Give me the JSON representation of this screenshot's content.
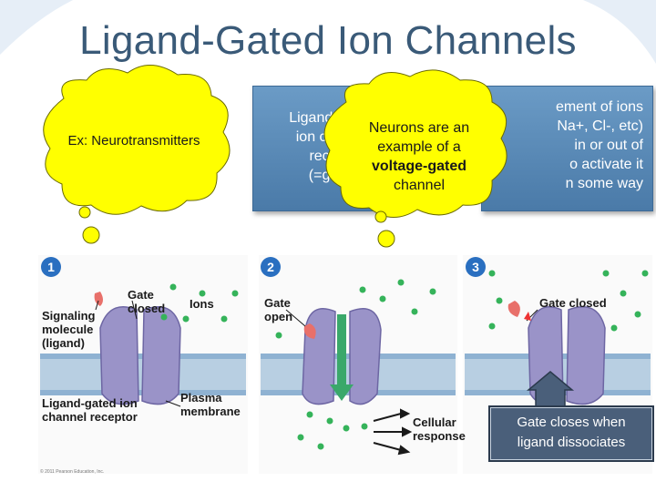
{
  "slide": {
    "title": "Ligand-Gated Ion Channels"
  },
  "bubbles": {
    "left": "Ex: Neurotransmitters",
    "middle_line1": "Neurons are an",
    "middle_line2": "example of a",
    "middle_bold": "voltage-gated",
    "middle_line4": "channel"
  },
  "boxes": {
    "middle": [
      "Ligand-gat",
      "ion chan",
      "rece",
      "(=ga"
    ],
    "right": [
      "ement of ions",
      "Na+, Cl-,  etc)",
      "in or out of",
      "o activate it",
      "n some way"
    ]
  },
  "figure": {
    "panel1": {
      "number": "1",
      "gate_closed": "Gate closed",
      "ions": "Ions",
      "signaling": "Signaling molecule (ligand)",
      "receptor": "Ligand-gated ion channel receptor",
      "membrane": "Plasma membrane"
    },
    "panel2": {
      "number": "2",
      "gate_open": "Gate open",
      "response": "Cellular response"
    },
    "panel3": {
      "number": "3",
      "gate_closed": "Gate closed"
    },
    "copyright": "© 2011 Pearson Education, Inc."
  },
  "tooltip": {
    "line1": "Gate closes when",
    "line2": "ligand dissociates"
  },
  "colors": {
    "title": "#3a5a78",
    "bubble": "#ffff00",
    "box": "#4a7aa8",
    "membrane": "#b8cfe2",
    "receptor": "#9a93c8",
    "ion": "#35b35a",
    "ligand": "#e8706a"
  }
}
